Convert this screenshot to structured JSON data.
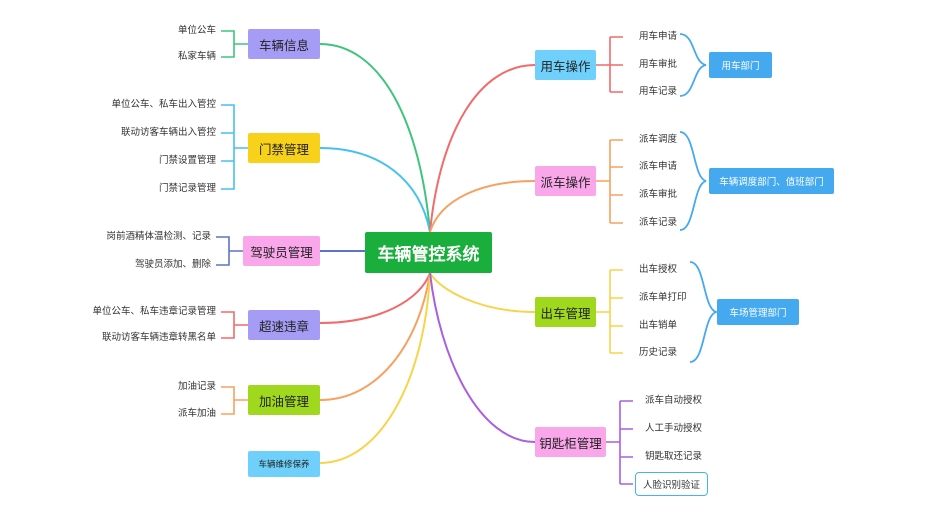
{
  "colors": {
    "center": "#1aae3c",
    "vehicle_info": "#a59cf5",
    "access": "#f7d11a",
    "driver": "#f9a6ea",
    "speeding": "#a59cf5",
    "fuel": "#9fd81d",
    "maintenance": "#6fd1fb",
    "car_use": "#6fd1fb",
    "dispatch": "#f9a6ea",
    "exit": "#9fd81d",
    "key_cabinet": "#f9a6ea",
    "department": "#45a9f0"
  },
  "center": "车辆管控系统",
  "left": [
    {
      "label": "车辆信息",
      "items": [
        "单位公车",
        "私家车辆"
      ]
    },
    {
      "label": "门禁管理",
      "items": [
        "单位公车、私车出入管控",
        "联动访客车辆出入管控",
        "门禁设置管理",
        "门禁记录管理"
      ]
    },
    {
      "label": "驾驶员管理",
      "items": [
        "岗前酒精体温检测、记录",
        "驾驶员添加、删除"
      ]
    },
    {
      "label": "超速违章",
      "items": [
        "单位公车、私车违章记录管理",
        "联动访客车辆违章转黑名单"
      ]
    },
    {
      "label": "加油管理",
      "items": [
        "加油记录",
        "派车加油"
      ]
    },
    {
      "label": "车辆维修保养",
      "items": []
    }
  ],
  "right": [
    {
      "label": "用车操作",
      "items": [
        "用车申请",
        "用车审批",
        "用车记录"
      ],
      "dept": "用车部门"
    },
    {
      "label": "派车操作",
      "items": [
        "派车调度",
        "派车申请",
        "派车审批",
        "派车记录"
      ],
      "dept": "车辆调度部门、值班部门"
    },
    {
      "label": "出车管理",
      "items": [
        "出车授权",
        "派车单打印",
        "出车销单",
        "历史记录"
      ],
      "dept": "车场管理部门"
    },
    {
      "label": "钥匙柜管理",
      "items": [
        "派车自动授权",
        "人工手动授权",
        "钥匙取还记录",
        "人脸识别验证"
      ]
    }
  ]
}
